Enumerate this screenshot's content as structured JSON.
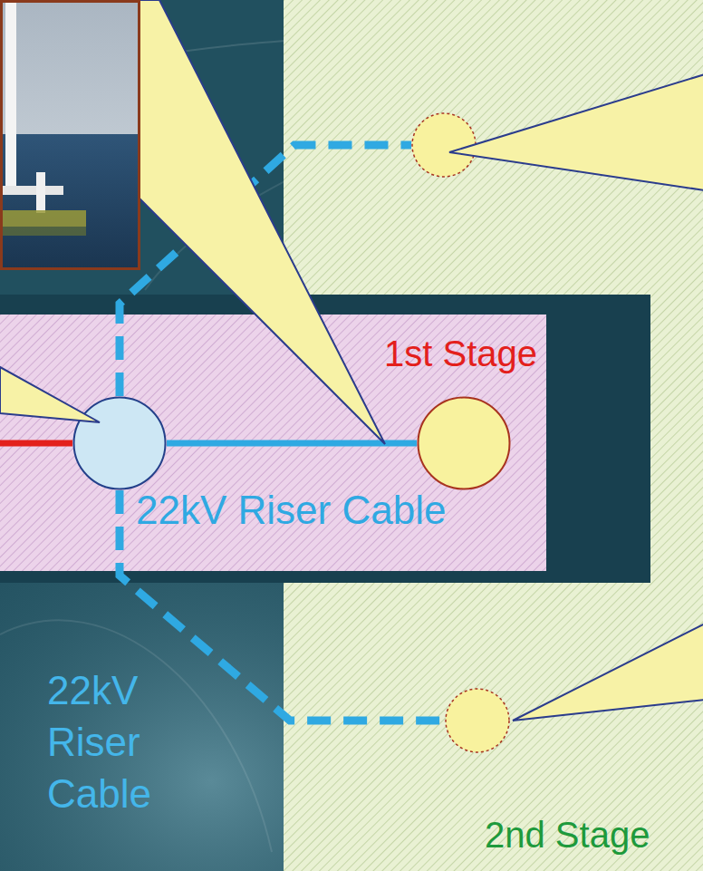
{
  "diagram": {
    "nodes": [
      {
        "text": [
          "2nd Stage"
        ]
      },
      {
        "text": [],
        "in": 0
      },
      {
        "text": [
          "1st Stage"
        ]
      },
      {
        "text": [],
        "in": 2
      },
      {
        "text": [],
        "in": 2
      },
      {
        "text": [],
        "in": 0
      }
    ],
    "edges": [
      {
        "from": 3,
        "to": 4,
        "arrow": "none",
        "label": "22kV Riser Cable"
      },
      {
        "from": 3,
        "to": 1,
        "arrow": "none"
      },
      {
        "from": 3,
        "to": 5,
        "arrow": "none"
      }
    ],
    "labels": [
      "22kV Riser Cable"
    ]
  }
}
